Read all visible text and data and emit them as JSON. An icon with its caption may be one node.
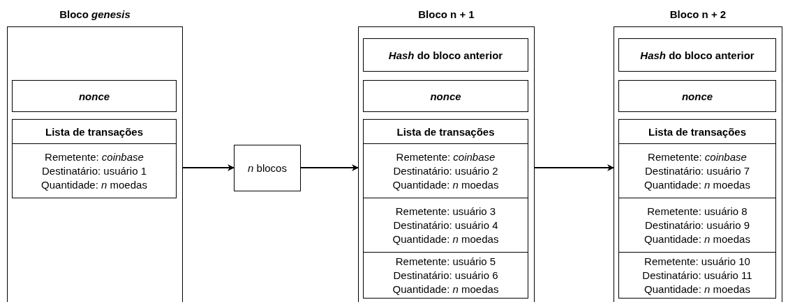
{
  "diagram": {
    "nodes": [
      {
        "text": [
          "Bloco *genesis*"
        ]
      },
      {
        "text": [
          "nonce"
        ],
        "in": 0
      },
      {
        "text": [
          "Lista de transações"
        ],
        "in": 0
      },
      {
        "text": [
          "Remetente: *coinbase*",
          "Destinatário: usuário 1",
          "Quantidade: *n* moedas"
        ],
        "in": 2
      },
      {
        "text": [
          "*n* blocos"
        ]
      },
      {
        "text": [
          "Bloco n + 1"
        ]
      },
      {
        "text": [
          "*Hash* do bloco anterior"
        ],
        "in": 5
      },
      {
        "text": [
          "nonce"
        ],
        "in": 5
      },
      {
        "text": [
          "Lista de transações"
        ],
        "in": 5
      },
      {
        "text": [
          "Remetente: *coinbase*",
          "Destinatário: usuário 2",
          "Quantidade: *n* moedas"
        ],
        "in": 8
      },
      {
        "text": [
          "Remetente: usuário 3",
          "Destinatário: usuário 4",
          "Quantidade: *n* moedas"
        ],
        "in": 8
      },
      {
        "text": [
          "Remetente: usuário 5",
          "Destinatário: usuário 6",
          "Quantidade: *n* moedas"
        ],
        "in": 8
      },
      {
        "text": [
          "Bloco n + 2"
        ]
      },
      {
        "text": [
          "*Hash* do bloco anterior"
        ],
        "in": 12
      },
      {
        "text": [
          "nonce"
        ],
        "in": 12
      },
      {
        "text": [
          "Lista de transações"
        ],
        "in": 12
      },
      {
        "text": [
          "Remetente: *coinbase*",
          "Destinatário: usuário 7",
          "Quantidade: *n* moedas"
        ],
        "in": 15
      },
      {
        "text": [
          "Remetente: usuário 8",
          "Destinatário: usuário 9",
          "Quantidade: *n* moedas"
        ],
        "in": 15
      },
      {
        "text": [
          "Remetente: usuário 10",
          "Destinatário: usuário 11",
          "Quantidade: *n* moedas"
        ],
        "in": 15
      }
    ],
    "edges": [
      {
        "from": 0,
        "to": 4,
        "arrow": "to"
      },
      {
        "from": 4,
        "to": 5,
        "arrow": "to"
      },
      {
        "from": 5,
        "to": 12,
        "arrow": "to"
      }
    ]
  }
}
